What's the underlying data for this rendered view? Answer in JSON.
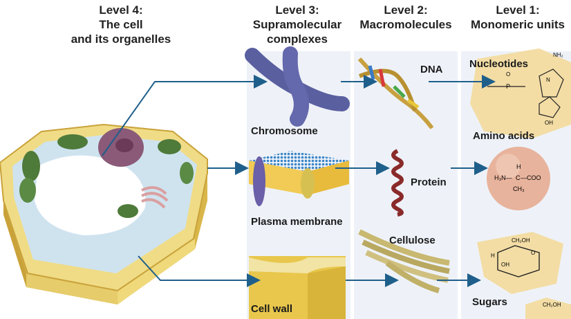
{
  "headings": {
    "level4": [
      "Level 4:",
      "The cell",
      "and its organelles"
    ],
    "level3": [
      "Level 3:",
      "Supramolecular",
      "complexes"
    ],
    "level2": [
      "Level 2:",
      "Macromolecules"
    ],
    "level1": [
      "Level 1:",
      "Monomeric units"
    ]
  },
  "labels": {
    "chromosome": "Chromosome",
    "plasma_membrane": "Plasma membrane",
    "cell_wall": "Cell wall",
    "dna": "DNA",
    "protein": "Protein",
    "cellulose": "Cellulose",
    "nucleotides": "Nucleotides",
    "amino_acids": "Amino acids",
    "sugars": "Sugars"
  },
  "chem": {
    "amino_left": "H₃N—",
    "amino_right": "—COO",
    "amino_center": "C",
    "amino_top": "H",
    "amino_bottom": "CH₃",
    "sugar_ch2oh": "CH₂OH",
    "sugar_oh": "OH",
    "sugar_h": "H",
    "sugar_o": "O",
    "nuc_o": "O",
    "nuc_p": "P",
    "nuc_nh2": "NH₂",
    "nuc_n": "N",
    "nuc_oh": "OH"
  },
  "colors": {
    "arrow": "#1f5f8b",
    "column_bg": "#eef2f8",
    "cell_wall": "#e8d27a",
    "chloroplast": "#4e7a3a",
    "vacuole": "#ffffff",
    "nucleus": "#8a5a78",
    "chromosome": "#5a5fa0",
    "membrane": "#4a8fc8",
    "protein": "#8a2a2a",
    "cellulose": "#c8b870",
    "monomer_bg": "#f3dda5",
    "amino_ball": "#e8b39c"
  }
}
